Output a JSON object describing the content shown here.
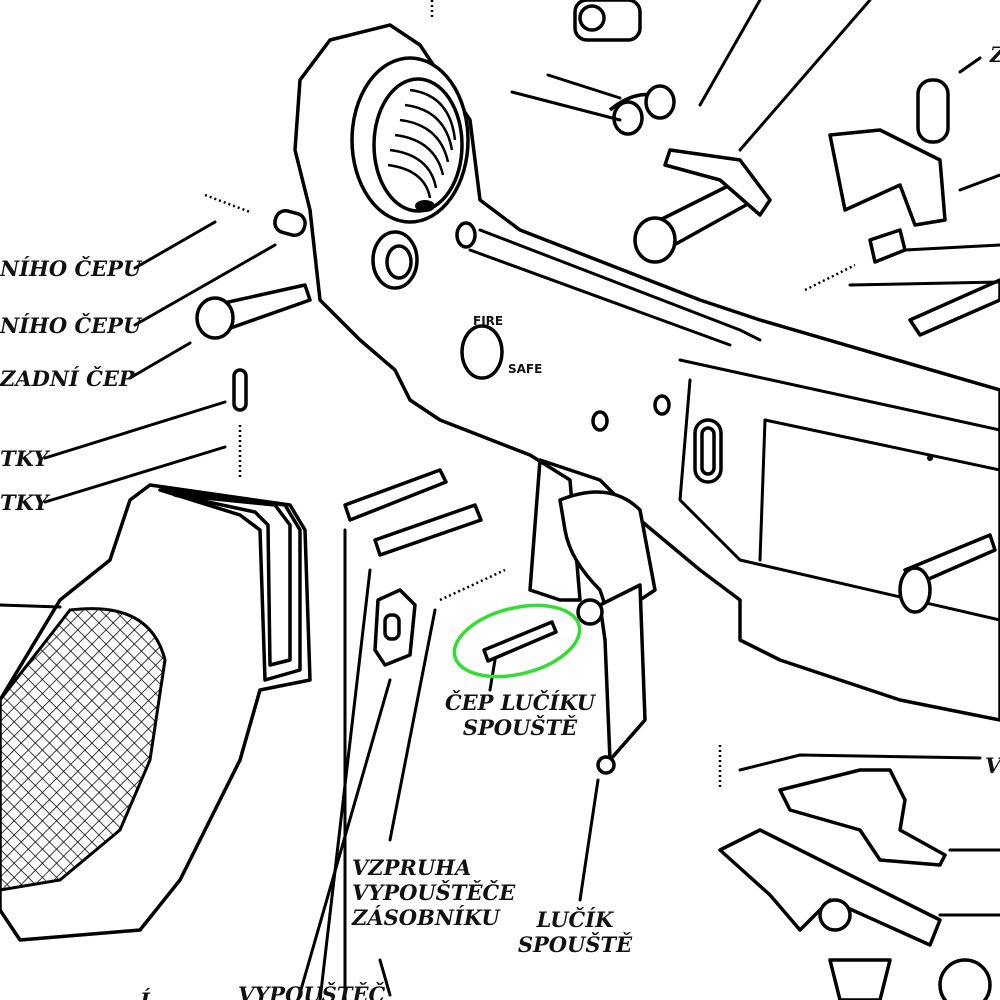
{
  "diagram": {
    "labels": {
      "front_pin_detent": "NÍHO ČEPU",
      "front_pin": "NÍHO ČEPU",
      "rear_pin": "ZADNÍ ČEP",
      "detent_a": "TKY",
      "detent_b": "TKY",
      "trigger_guard_pin_line1": "ČEP LUČÍKU",
      "trigger_guard_pin_line2": "SPOUŠTĚ",
      "mag_release_spring_line1": "VZPRUHA",
      "mag_release_spring_line2": "VYPOUŠTĚČE",
      "mag_release_spring_line3": "ZÁSOBNÍKU",
      "trigger_guard_line1": "LUČÍK",
      "trigger_guard_line2": "SPOUŠTĚ",
      "mag_release": "VYPOUŠTĚČ",
      "bottom_left_partial": "Í",
      "top_right_partial": "Z",
      "right_partial": "V"
    },
    "selector_markings": {
      "fire": "FIRE",
      "safe": "SAFE"
    },
    "highlight_color": "#33dd33"
  }
}
